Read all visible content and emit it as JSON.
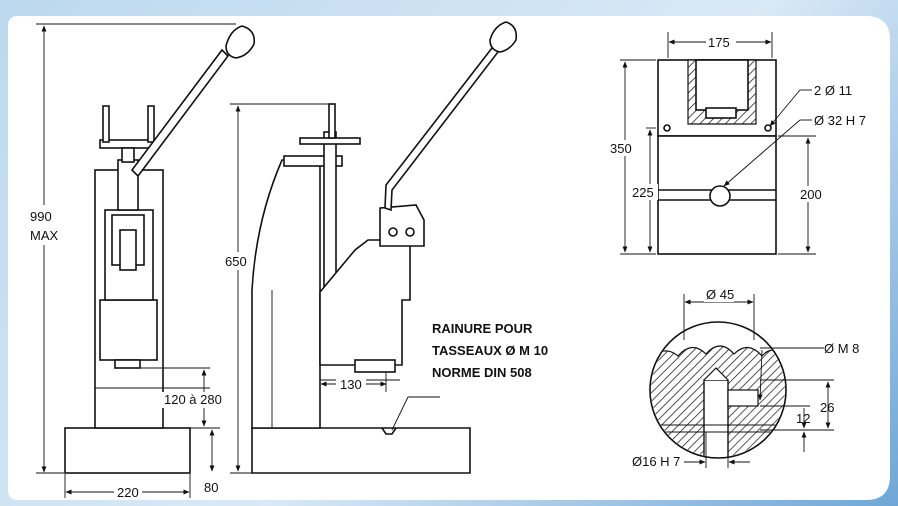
{
  "labels": {
    "total_height_value": "990",
    "total_height_note": "MAX",
    "front_height": "650",
    "stroke_range": "120 à 280",
    "base_width": "220",
    "base_height": "80",
    "throat_depth": "130",
    "slot_note_line1": "RAINURE POUR",
    "slot_note_line2": "TASSEAUX Ø M 10",
    "slot_note_line3": "NORME DIN 508",
    "head_width": "175",
    "head_height_total": "350",
    "head_height_lower": "225",
    "head_height_block": "200",
    "holes_note": "2 Ø 11",
    "bore_note": "Ø 32 H 7",
    "detail_diameter": "Ø 45",
    "detail_thread": "Ø M 8",
    "detail_bore": "Ø16 H 7",
    "detail_depth_a": "12",
    "detail_depth_b": "26"
  },
  "colors": {
    "panel": "#ffffff",
    "line": "#111111",
    "background_gradient_end": "#6fa6d6"
  }
}
